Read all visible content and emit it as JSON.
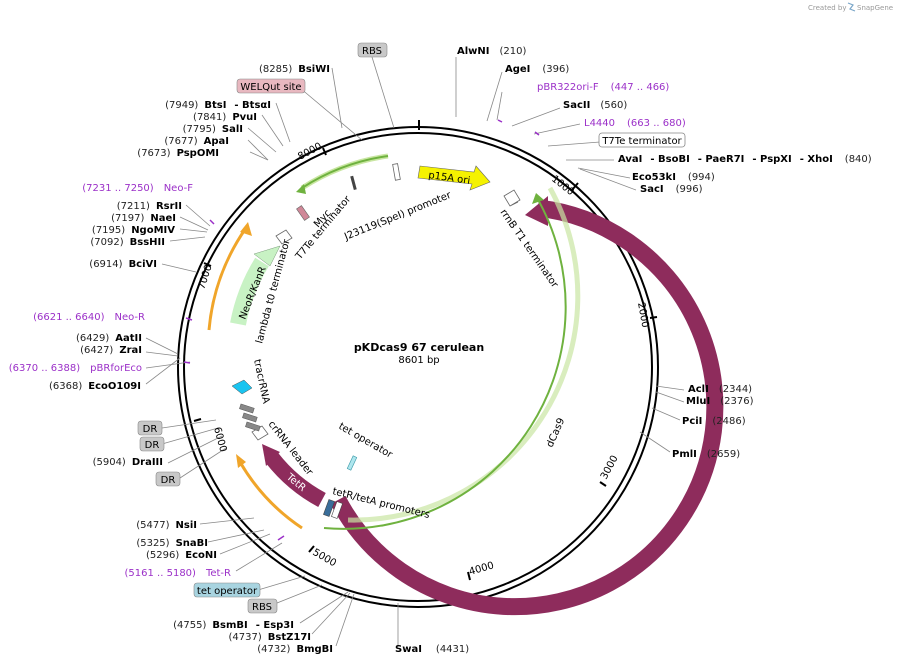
{
  "credit": {
    "created_by": "Created by",
    "brand": "SnapGene"
  },
  "plasmid": {
    "name": "pKDcas9 67 cerulean",
    "length": "8601 bp"
  },
  "ticks": [
    "1000",
    "2000",
    "3000",
    "4000",
    "5000",
    "6000",
    "7000",
    "8000"
  ],
  "features": {
    "p15a_ori": "p15A ori",
    "j23119": "J23119(SpeI) promoter",
    "rrnb": "rrnB T1 terminator",
    "dcas9": "dCas9",
    "tetr": "TetR",
    "tetr_promoters": "tetR/tetA promoters",
    "tet_operator": "tet operator",
    "crrna_leader": "crRNA leader",
    "tracrrna": "tracrRNA",
    "neor": "NeoR/KanR",
    "lambda_t0": "lambda t0 terminator",
    "t7te": "T7Te terminator",
    "myc": "Myc"
  },
  "boxes": {
    "rbs_top": "RBS",
    "welqut": "WELQut site",
    "t7te": "T7Te terminator",
    "dr1": "DR",
    "dr2": "DR",
    "dr3": "DR",
    "tet_operator": "tet operator",
    "rbs_bottom": "RBS"
  },
  "labels": {
    "alwni": {
      "name": "AlwNI",
      "pos": "(210)"
    },
    "agei": {
      "name": "AgeI",
      "pos": "(396)"
    },
    "pbr322": {
      "name": "pBR322ori-F",
      "pos": "(447 .. 466)"
    },
    "sacii": {
      "name": "SacII",
      "pos": "(560)"
    },
    "l4440": {
      "name": "L4440",
      "pos": "(663 .. 680)"
    },
    "avai": {
      "name": "AvaI",
      "sep1": "- BsoBI",
      "sep2": "- PaeR7I",
      "sep3": "- PspXI",
      "sep4": "- XhoI",
      "pos": "(840)"
    },
    "eco53ki": {
      "name": "Eco53kI",
      "pos": "(994)"
    },
    "saci": {
      "name": "SacI",
      "pos": "(996)"
    },
    "acli": {
      "name": "AclI",
      "pos": "(2344)"
    },
    "mlui": {
      "name": "MluI",
      "pos": "(2376)"
    },
    "pcii": {
      "name": "PciI",
      "pos": "(2486)"
    },
    "pmlii": {
      "name": "PmlI",
      "pos": "(2659)"
    },
    "swai": {
      "name": "SwaI",
      "pos": "(4431)"
    },
    "bmgbi": {
      "name": "BmgBI",
      "pos": "(4732)"
    },
    "bstz17i": {
      "name": "BstZ17I",
      "pos": "(4737)"
    },
    "bsmbi": {
      "name": "BsmBI",
      "sep": "- Esp3I",
      "pos": "(4755)"
    },
    "tetr_primer": {
      "name": "Tet-R",
      "pos": "(5161 .. 5180)"
    },
    "econi": {
      "name": "EcoNI",
      "pos": "(5296)"
    },
    "snabi": {
      "name": "SnaBI",
      "pos": "(5325)"
    },
    "nsii": {
      "name": "NsiI",
      "pos": "(5477)"
    },
    "draiii": {
      "name": "DraIII",
      "pos": "(5904)"
    },
    "ecoo109i": {
      "name": "EcoO109I",
      "pos": "(6368)"
    },
    "pbrforeco": {
      "name": "pBRforEco",
      "pos": "(6370 .. 6388)"
    },
    "zrai": {
      "name": "ZraI",
      "pos": "(6427)"
    },
    "aatii": {
      "name": "AatII",
      "pos": "(6429)"
    },
    "neor_primer": {
      "name": "Neo-R",
      "pos": "(6621 .. 6640)"
    },
    "bcivi": {
      "name": "BciVI",
      "pos": "(6914)"
    },
    "bsshii": {
      "name": "BssHII",
      "pos": "(7092)"
    },
    "ngomiv": {
      "name": "NgoMIV",
      "pos": "(7195)"
    },
    "naei": {
      "name": "NaeI",
      "pos": "(7197)"
    },
    "rsrii": {
      "name": "RsrII",
      "pos": "(7211)"
    },
    "neof_primer": {
      "name": "Neo-F",
      "pos": "(7231 .. 7250)"
    },
    "pspomi": {
      "name": "PspOMI",
      "pos": "(7673)"
    },
    "apai": {
      "name": "ApaI",
      "pos": "(7677)"
    },
    "sali": {
      "name": "SalI",
      "pos": "(7795)"
    },
    "pvui": {
      "name": "PvuI",
      "pos": "(7841)"
    },
    "btsi": {
      "name": "BtsI",
      "sep": "- BtsαI",
      "pos": "(7949)"
    },
    "bsiwi": {
      "name": "BsiWI",
      "pos": "(8285)"
    }
  }
}
